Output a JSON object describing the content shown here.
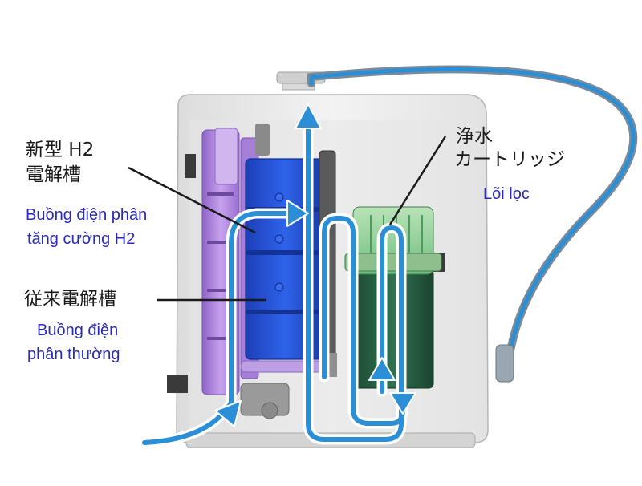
{
  "labels": {
    "new_cell_jp_line1": "新型 H2",
    "new_cell_jp_line2": "電解槽",
    "new_cell_vn_line1": "Buồng điện phân",
    "new_cell_vn_line2": "tăng cường H2",
    "old_cell_jp": "従来電解槽",
    "old_cell_vn_line1": "Buồng điện",
    "old_cell_vn_line2": "phân thường",
    "filter_jp_line1": "浄水",
    "filter_jp_line2": "カートリッジ",
    "filter_vn": "Lõi lọc"
  },
  "colors": {
    "flow_blue": "#2a8fd6",
    "new_cell_blue": "#1f4fd8",
    "old_cell_purple": "#b58ae0",
    "filter_green": "#2e6b4a",
    "housing": "#eeeeee",
    "vn_text": "#2a2ab8"
  }
}
